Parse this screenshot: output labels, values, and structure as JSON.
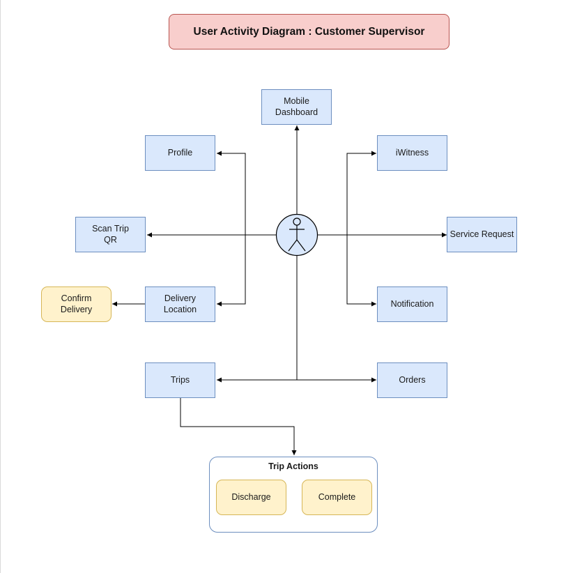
{
  "title": "User Activity Diagram : Customer Supervisor",
  "nodes": {
    "mobile_dashboard": "Mobile\nDashboard",
    "profile": "Profile",
    "iwitness": "iWitness",
    "scan_trip_qr": "Scan Trip\nQR",
    "service_request": "Service Request",
    "delivery_location": "Delivery\nLocation",
    "notification": "Notification",
    "confirm_delivery": "Confirm\nDelivery",
    "trips": "Trips",
    "orders": "Orders"
  },
  "trip_actions": {
    "label": "Trip Actions",
    "discharge": "Discharge",
    "complete": "Complete"
  },
  "colors": {
    "blue_fill": "#dae8fc",
    "blue_stroke": "#6c8ebf",
    "yellow_fill": "#fff2cc",
    "yellow_stroke": "#d6b656",
    "red_fill": "#f8cecc",
    "red_stroke": "#b85450"
  }
}
